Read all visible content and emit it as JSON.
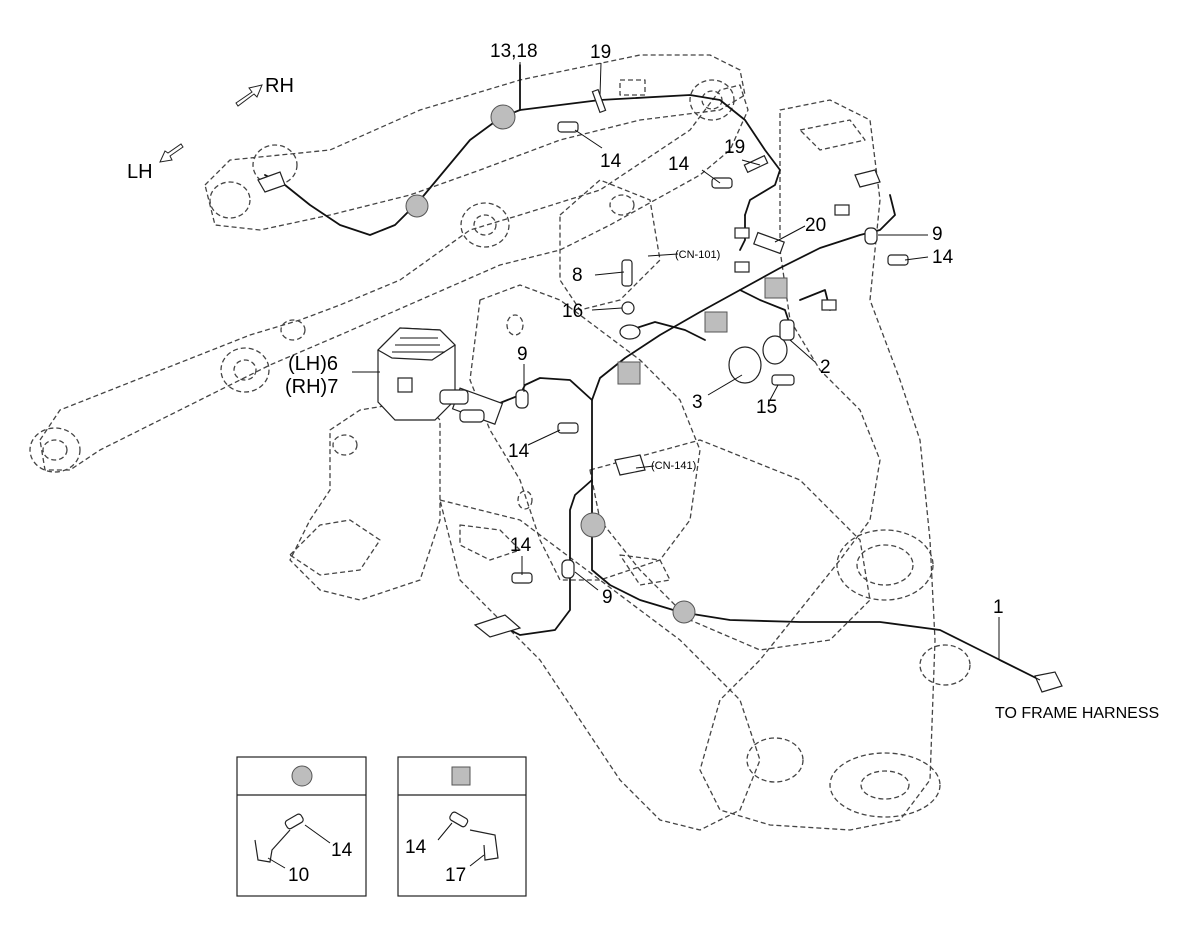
{
  "directions": {
    "rh": "RH",
    "lh": "LH"
  },
  "connectors": {
    "cn101": "(CN-101)",
    "cn141": "(CN-141)"
  },
  "note": "TO FRAME HARNESS",
  "callouts": {
    "c13_18": "13,18",
    "c19a": "19",
    "c14a": "14",
    "c14b": "14",
    "c19b": "19",
    "c20": "20",
    "c9a": "9",
    "c14c": "14",
    "c8": "8",
    "c16": "16",
    "lh6": "(LH)6",
    "rh7": "(RH)7",
    "c9b": "9",
    "c14d": "14",
    "c2": "2",
    "c3": "3",
    "c15": "15",
    "c14e": "14",
    "c9c": "9",
    "c1": "1"
  },
  "legend": {
    "round": {
      "symbol": "round-clamp-icon",
      "labels": [
        "14",
        "10"
      ]
    },
    "square": {
      "symbol": "square-clamp-icon",
      "labels": [
        "14",
        "17"
      ]
    }
  },
  "colors": {
    "clamp_fill": "#bdbdbd",
    "line": "#111111"
  }
}
